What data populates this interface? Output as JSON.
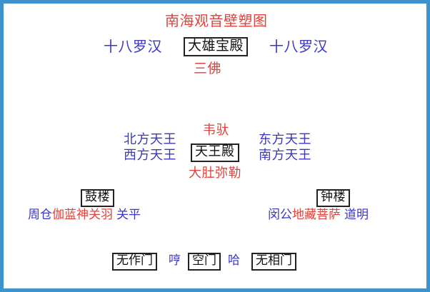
{
  "diagram": {
    "title": "南海观音壁塑图",
    "colors": {
      "red": "#e0423c",
      "blue": "#3a36c8",
      "black": "#1a1a1a",
      "frame": "#3e93cc",
      "background": "#ffffff"
    },
    "hall_main": {
      "left_attendants": "十八罗汉",
      "hall_name": "大雄宝殿",
      "right_attendants": "十八罗汉",
      "enshrined": "三佛"
    },
    "hall_heavenly_kings": {
      "above": "韦驮",
      "hall_name": "天王殿",
      "left_top": "北方天王",
      "left_bottom": "西方天王",
      "right_top": "东方天王",
      "right_bottom": "南方天王",
      "below": "大肚弥勒"
    },
    "drum_tower": {
      "name": "鼓楼",
      "figures": [
        {
          "text": "周仓",
          "color": "blue"
        },
        {
          "text": "伽蓝神",
          "color": "red"
        },
        {
          "text": "关羽",
          "color": "red"
        },
        {
          "text": "关平",
          "color": "blue"
        }
      ]
    },
    "bell_tower": {
      "name": "钟楼",
      "figures": [
        {
          "text": "闵公",
          "color": "blue"
        },
        {
          "text": "地藏菩萨",
          "color": "red"
        },
        {
          "text": "道明",
          "color": "blue"
        }
      ]
    },
    "gates": {
      "left_gate": "无作门",
      "guardian_left": "哼",
      "middle_gate": "空门",
      "guardian_right": "哈",
      "right_gate": "无相门"
    }
  }
}
